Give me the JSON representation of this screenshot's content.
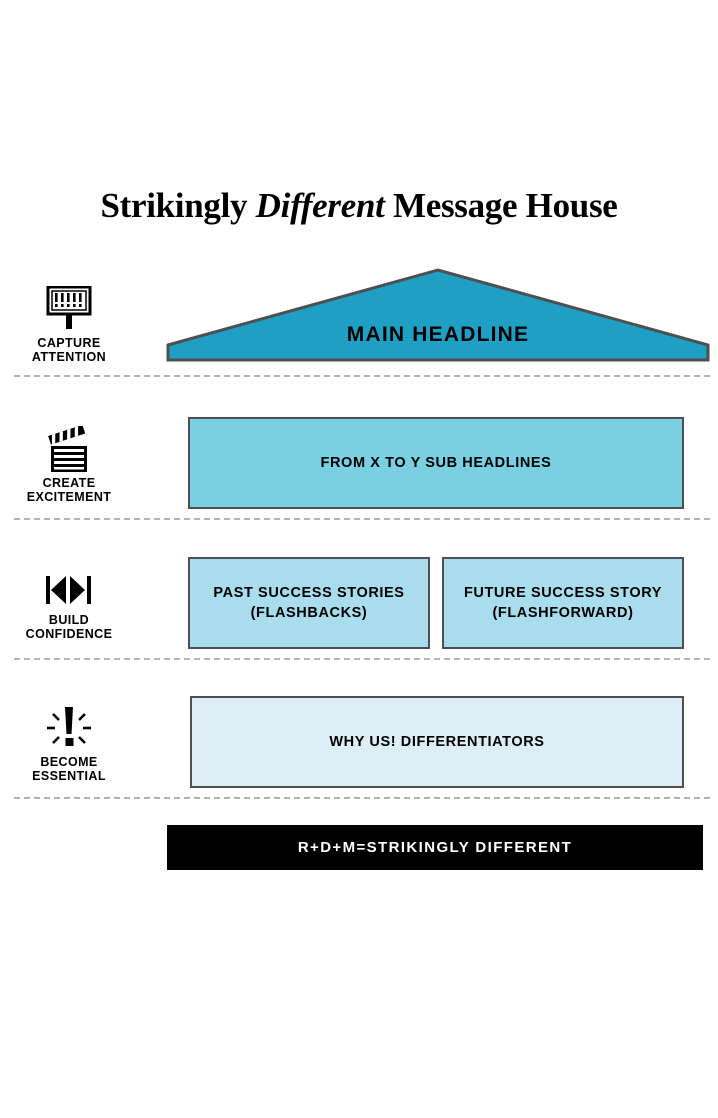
{
  "title": {
    "part1": "Strikingly ",
    "emphasis": "Different",
    "part2": " Message House"
  },
  "colors": {
    "roof_fill": "#1f9fc4",
    "row2_fill": "#7acfe0",
    "row3_fill": "#a9dced",
    "row4_fill": "#ddeef6",
    "outline": "#4d4f53",
    "foundation_fill": "#000000",
    "foundation_text": "#ffffff",
    "divider": "#b4b4b4",
    "text": "#000000"
  },
  "rows": [
    {
      "id": "capture-attention",
      "icon": "billboard-exclamation-icon",
      "label_line1": "CAPTURE",
      "label_line2": "ATTENTION",
      "boxes": [
        {
          "id": "main-headline",
          "text": "MAIN HEADLINE"
        }
      ]
    },
    {
      "id": "create-excitement",
      "icon": "clapperboard-icon",
      "label_line1": "CREATE",
      "label_line2": "EXCITEMENT",
      "boxes": [
        {
          "id": "sub-headlines",
          "text": "FROM X TO Y SUB HEADLINES"
        }
      ]
    },
    {
      "id": "build-confidence",
      "icon": "skip-back-forward-icon",
      "label_line1": "BUILD",
      "label_line2": "CONFIDENCE",
      "boxes": [
        {
          "id": "past-success",
          "line1": "PAST SUCCESS STORIES",
          "line2": "(FLASHBACKS)"
        },
        {
          "id": "future-success",
          "line1": "FUTURE SUCCESS STORY",
          "line2": "(FLASHFORWARD)"
        }
      ]
    },
    {
      "id": "become-essential",
      "icon": "exclamation-burst-icon",
      "label_line1": "BECOME",
      "label_line2": "ESSENTIAL",
      "boxes": [
        {
          "id": "differentiators",
          "text": "WHY US! DIFFERENTIATORS"
        }
      ]
    }
  ],
  "foundation": {
    "id": "foundation-bar",
    "text": "R+D+M=STRIKINGLY DIFFERENT"
  }
}
